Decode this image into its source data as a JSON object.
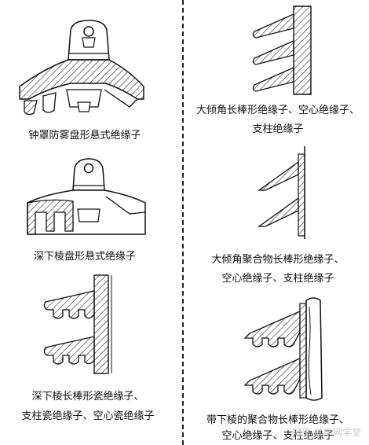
{
  "left": {
    "cap1": "钟罩防雾盘形悬式绝缘子",
    "cap2": "深下棱盘形悬式绝缘子",
    "cap3_l1": "深下棱长棒形瓷绝缘子、",
    "cap3_l2": "支柱瓷绝缘子、空心瓷绝缘子"
  },
  "right": {
    "cap1_l1": "大倾角长棒形绝缘子、空心绝缘子、",
    "cap1_l2": "支柱绝缘子",
    "cap2_l1": "大倾角聚合物长棒形绝缘子、",
    "cap2_l2": "空心绝缘子、支柱绝缘子",
    "cap3_l1": "带下棱的聚合物长棒形绝缘子、",
    "cap3_l2": "空心绝缘子、支柱绝缘子"
  },
  "watermark": "知乎 @电网学堂"
}
